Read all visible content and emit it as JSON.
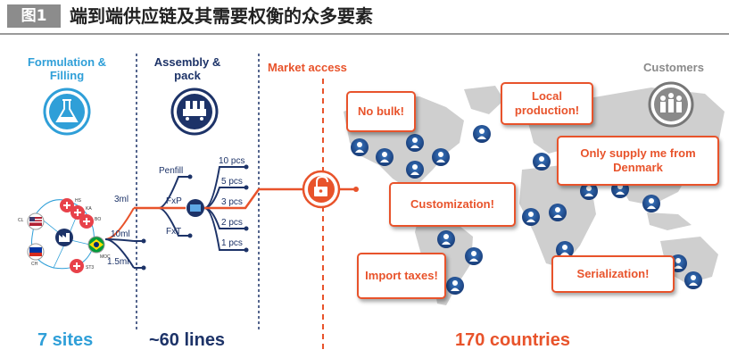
{
  "header": {
    "badge": "图1",
    "title": "端到端供应链及其需要权衡的众多要素"
  },
  "stages": {
    "formulation": "Formulation & Filling",
    "assembly": "Assembly & pack",
    "market": "Market access",
    "customers": "Customers"
  },
  "tree": {
    "volumes": [
      "3ml",
      "10ml",
      "1.5ml"
    ],
    "devices": [
      "Penfill",
      "FxP",
      "FxT"
    ],
    "packs": [
      "10 pcs",
      "5 pcs",
      "3 pcs",
      "2 pcs",
      "1 pcs"
    ]
  },
  "sites": {
    "labels": [
      "CL",
      "CH",
      "HS",
      "KA",
      "BO",
      "MOC",
      "ST3"
    ]
  },
  "callouts": {
    "no_bulk": "No bulk!",
    "local_production": "Local production!",
    "denmark": "Only supply me from Denmark",
    "customization": "Customization!",
    "import_taxes": "Import taxes!",
    "serialization": "Serialization!"
  },
  "bottom": {
    "sites": "7 sites",
    "lines": "~60 lines",
    "countries": "170 countries"
  },
  "colors": {
    "accent_orange": "#e8532b",
    "navy": "#1d3368",
    "light_blue": "#2f9fd8",
    "map_grey": "#cfcfcf"
  }
}
